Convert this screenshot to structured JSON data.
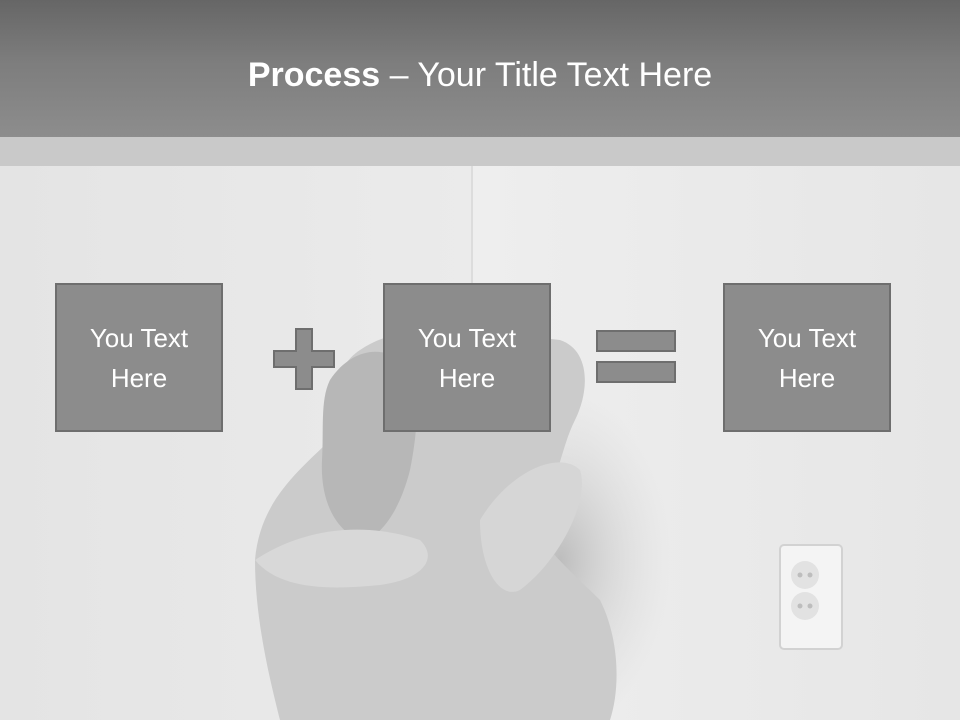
{
  "title": {
    "bold": "Process",
    "rest": " – Your Title Text Here"
  },
  "boxes": [
    {
      "line1": "You Text",
      "line2": "Here"
    },
    {
      "line1": "You Text",
      "line2": "Here"
    },
    {
      "line1": "You Text",
      "line2": "Here"
    }
  ],
  "operators": [
    "plus-icon",
    "equals-icon"
  ],
  "colors": {
    "header": "#7d7d7d",
    "box_fill": "#8c8c8c",
    "box_border": "#6e6e6e",
    "text": "#ffffff"
  }
}
